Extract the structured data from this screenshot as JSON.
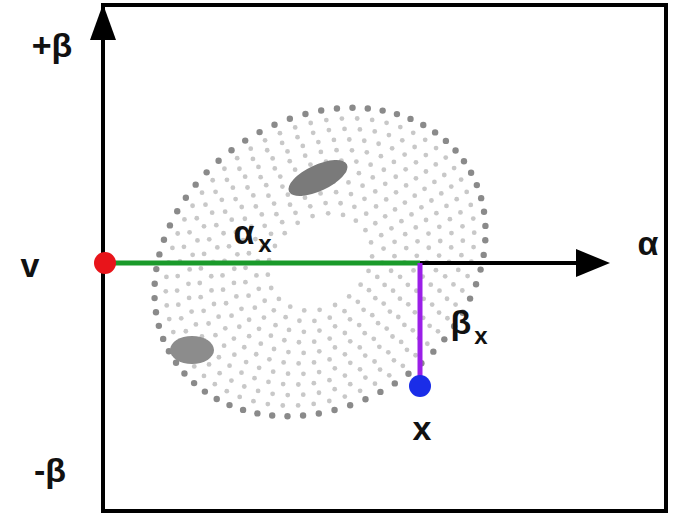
{
  "diagram": {
    "labels": [
      "+β",
      "-β",
      "α",
      "v",
      "α",
      "x",
      "β",
      "x",
      "x"
    ]
  }
}
